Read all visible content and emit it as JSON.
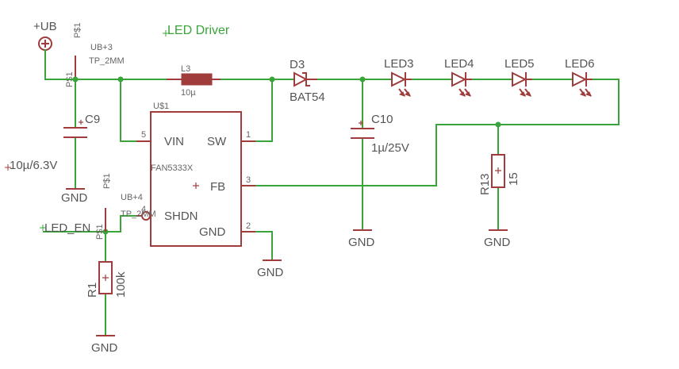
{
  "title": "LED Driver",
  "colors": {
    "wire": "#3aa43a",
    "symbol": "#a03c3c",
    "text": "#555555",
    "title": "#3aa43a"
  },
  "supply": {
    "label": "+UB"
  },
  "testpoints": [
    {
      "name": "UB+3",
      "package": "TP_2MM",
      "pad": "P$1",
      "pin": "P$1"
    },
    {
      "name": "UB+4",
      "package": "TP_2MM",
      "pad": "P$1",
      "pin": "P$1"
    }
  ],
  "components": {
    "c9": {
      "name": "C9",
      "value": "10µ/6.3V"
    },
    "l3": {
      "name": "L3",
      "value": "10µ"
    },
    "d3": {
      "name": "D3",
      "value": "BAT54"
    },
    "c10": {
      "name": "C10",
      "value": "1µ/25V"
    },
    "u1": {
      "name": "U$1",
      "part": "FAN5333X",
      "pins": [
        {
          "num": "5",
          "name": "VIN"
        },
        {
          "num": "1",
          "name": "SW"
        },
        {
          "num": "3",
          "name": "FB"
        },
        {
          "num": "2",
          "name": "GND"
        },
        {
          "num": "4",
          "name": "SHDN"
        }
      ]
    },
    "leds": [
      "LED3",
      "LED4",
      "LED5",
      "LED6"
    ],
    "r13": {
      "name": "R13",
      "value": "15"
    },
    "r1": {
      "name": "R1",
      "value": "100k"
    }
  },
  "net_labels": {
    "led_en": "LED_EN"
  },
  "gnd_label": "GND"
}
